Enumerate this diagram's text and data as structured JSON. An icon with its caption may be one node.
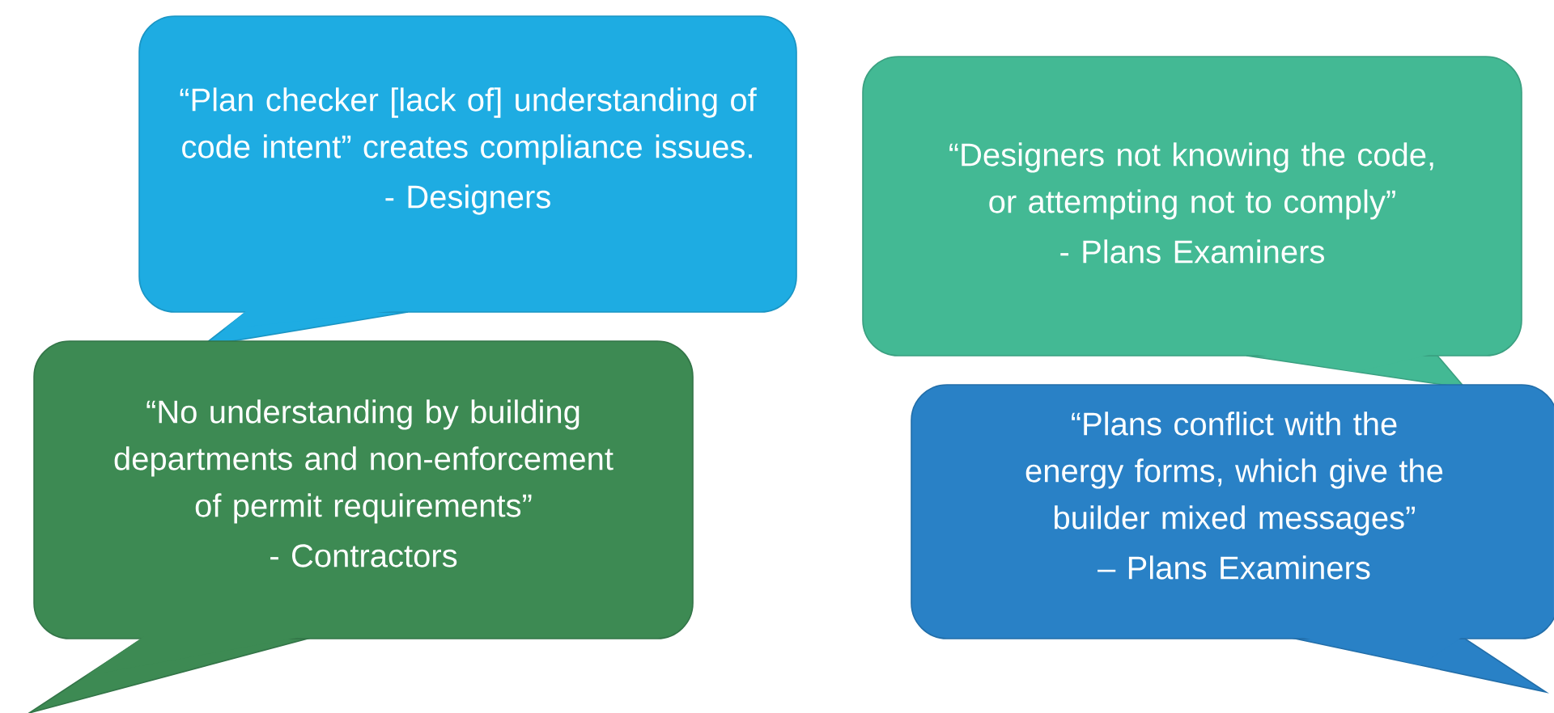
{
  "diagram": {
    "nodes": [
      {
        "text": [
          "“Plan checker [lack of] understanding of code intent” creates compliance issues.",
          "- Designers"
        ]
      },
      {
        "text": [
          "“Designers not knowing the code, or attempting not to comply”",
          "- Plans Examiners"
        ]
      },
      {
        "text": [
          "“No understanding by building departments and non-enforcement of permit requirements”",
          "- Contractors"
        ]
      },
      {
        "text": [
          "“Plans conflict with the energy forms, which give the builder mixed messages”",
          "– Plans Examiners"
        ]
      }
    ]
  }
}
